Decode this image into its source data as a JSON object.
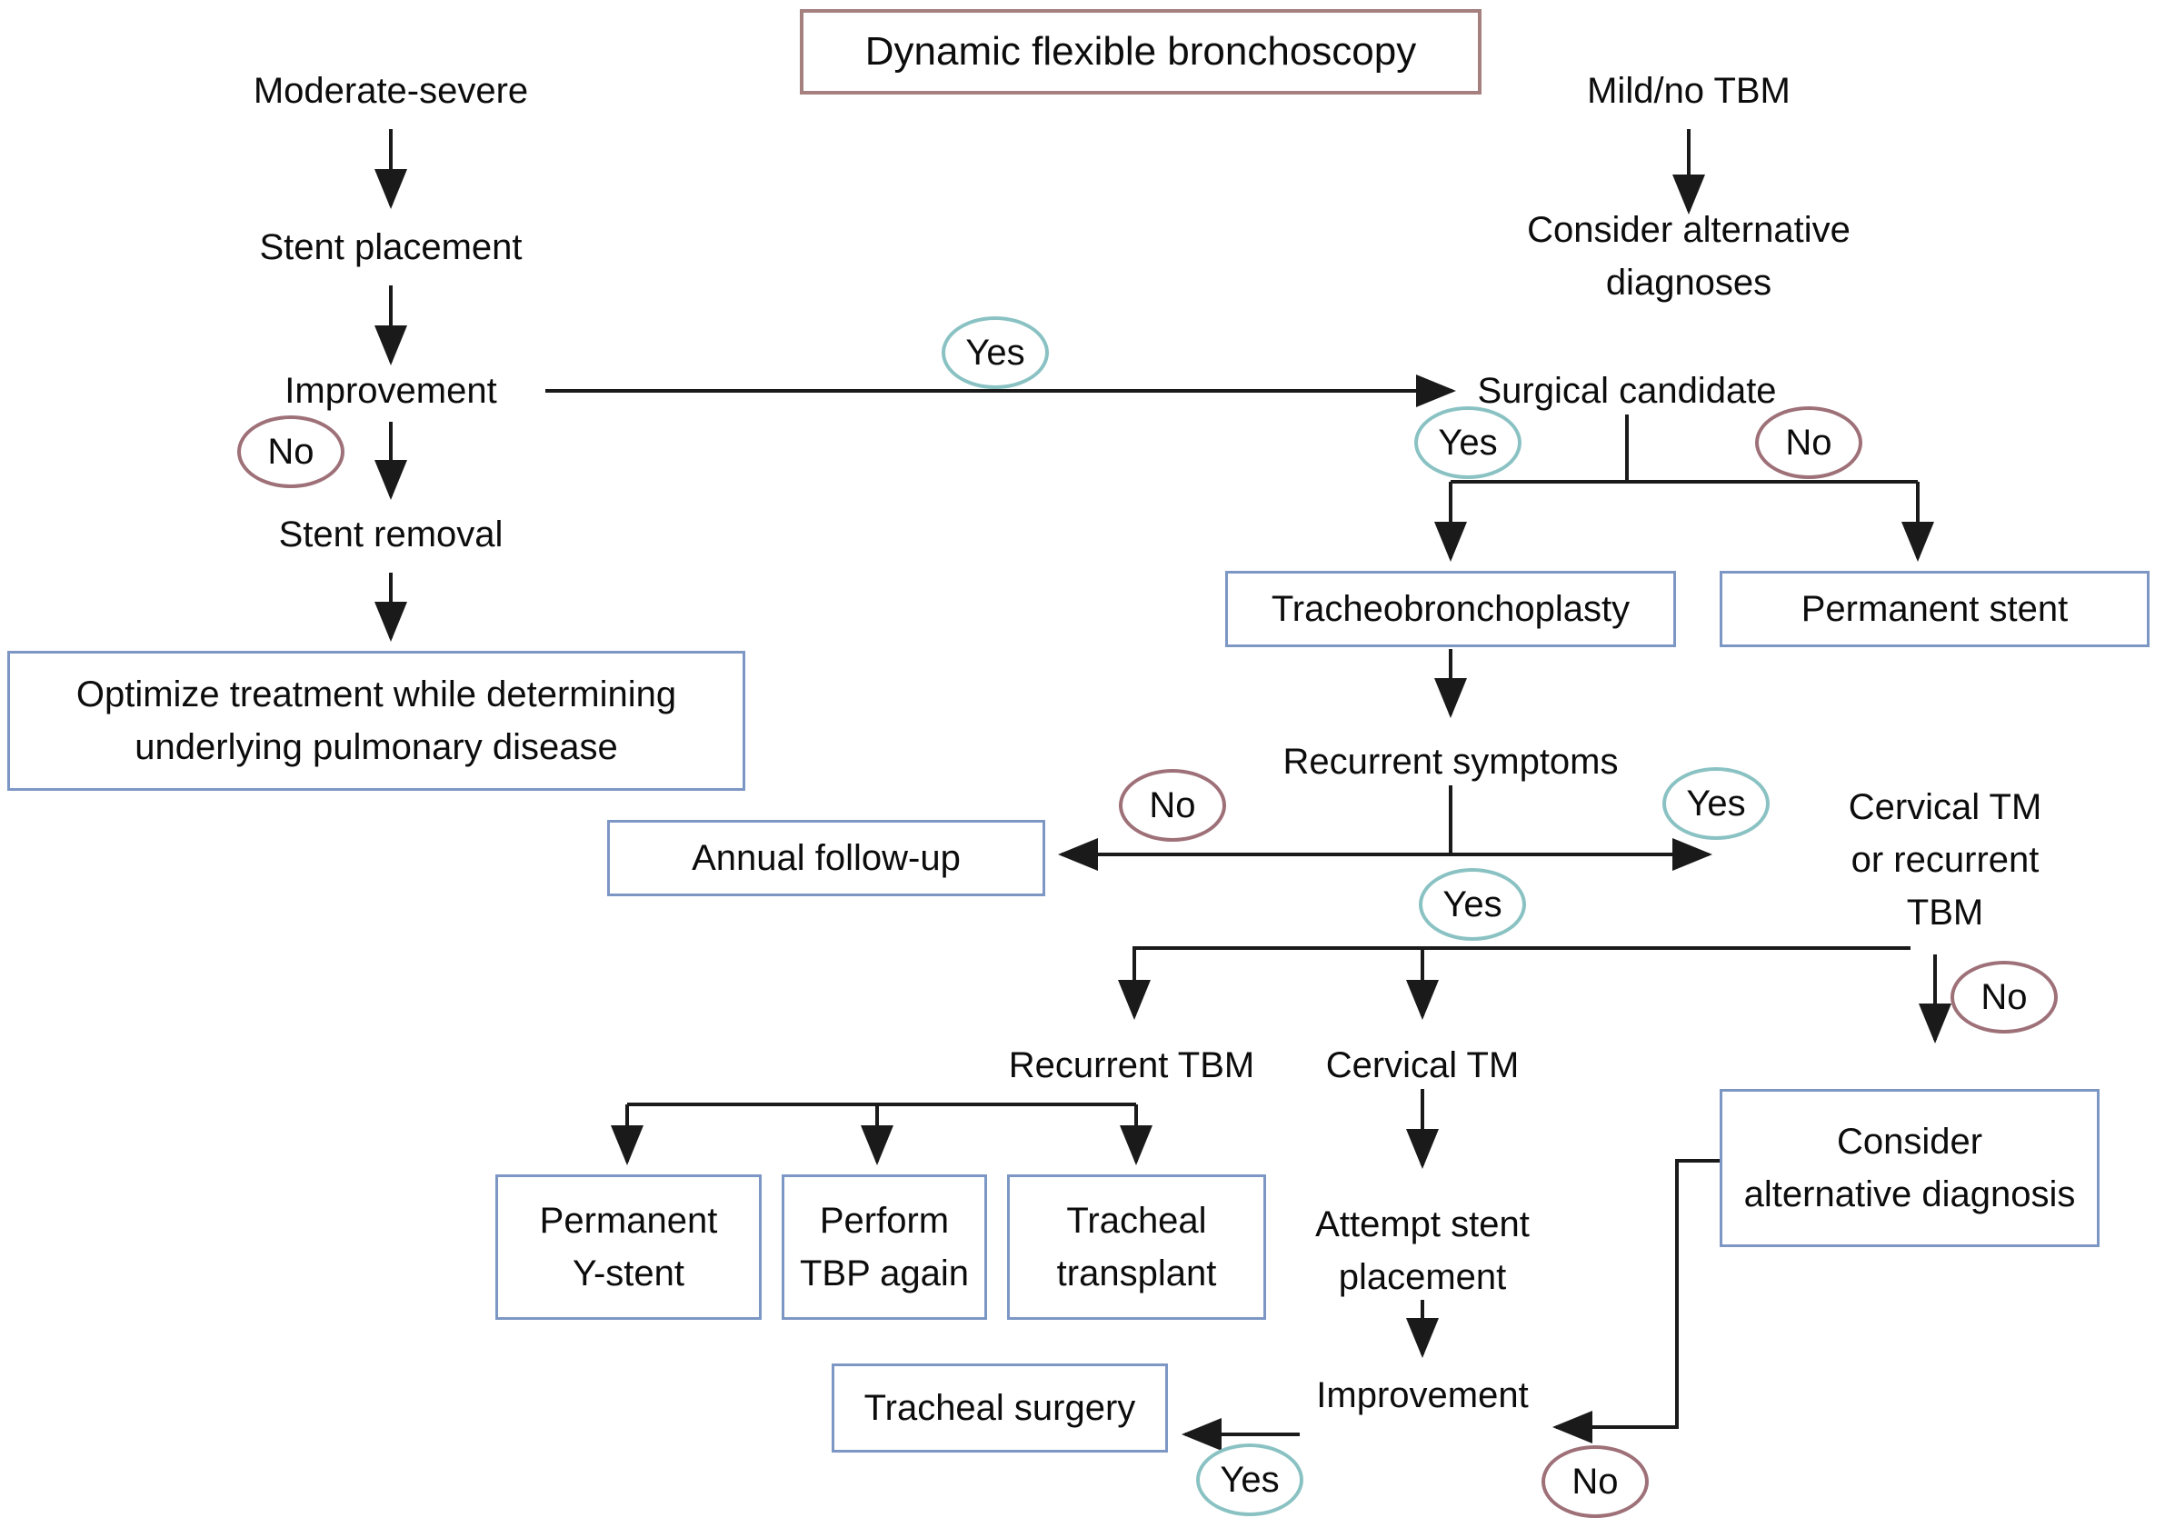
{
  "diagram": {
    "title": "Dynamic flexible bronchoscopy",
    "labels": {
      "yes": "Yes",
      "no": "No"
    },
    "colors": {
      "title_box_border": "#a5807f",
      "node_box_border": "#7d97c5",
      "yes_oval_border": "#8ac2c3",
      "no_oval_border": "#9e7078",
      "arrow": "#1a1a1a",
      "text": "#0c0c0c",
      "background": "#ffffff"
    },
    "nodes": {
      "moderate_severe": "Moderate-severe",
      "stent_placement": "Stent placement",
      "improvement_1": "Improvement",
      "stent_removal": "Stent removal",
      "optimize_treatment": "Optimize treatment while determining\nunderlying pulmonary disease",
      "mild_no_tbm": "Mild/no TBM",
      "consider_alternative_diagnoses": "Consider alternative\ndiagnoses",
      "surgical_candidate": "Surgical candidate",
      "tracheobronchoplasty": "Tracheobronchoplasty",
      "permanent_stent": "Permanent stent",
      "recurrent_symptoms": "Recurrent symptoms",
      "annual_follow_up": "Annual follow-up",
      "cervical_tm_or_recurrent_tbm": "Cervical TM\nor recurrent\nTBM",
      "recurrent_tbm": "Recurrent TBM",
      "cervical_tm": "Cervical TM",
      "permanent_y_stent": "Permanent\nY-stent",
      "perform_tbp_again": "Perform\nTBP again",
      "tracheal_transplant": "Tracheal\ntransplant",
      "attempt_stent_placement": "Attempt stent\nplacement",
      "improvement_2": "Improvement",
      "tracheal_surgery": "Tracheal surgery",
      "consider_alternative_diagnosis": "Consider\nalternative diagnosis"
    }
  }
}
